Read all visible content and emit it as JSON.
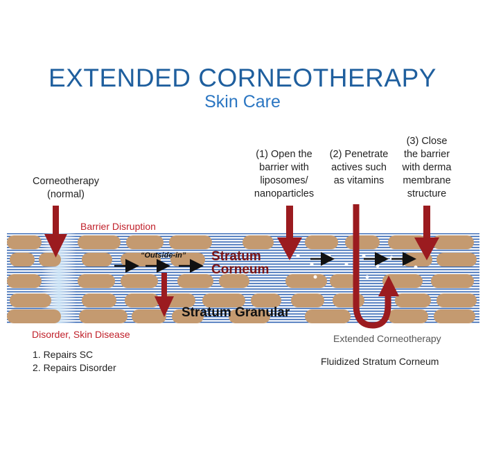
{
  "title": "EXTENDED CORNEOTHERAPY",
  "subtitle": "Skin Care",
  "labels": {
    "corneotherapy_normal": [
      "Corneotherapy",
      "(normal)"
    ],
    "barrier_disruption": "Barrier Disruption",
    "step1": [
      "(1) Open the",
      "barrier with",
      "liposomes/",
      "nanoparticles"
    ],
    "step2": [
      "(2) Penetrate",
      "actives such",
      "as vitamins"
    ],
    "step3": [
      "(3) Close",
      "the barrier",
      "with derma",
      "membrane",
      "structure"
    ],
    "outside_in": "“Outside-in”",
    "stratum_corneum": [
      "Stratum",
      "Corneum"
    ],
    "stratum_granular": "Stratum Granular",
    "disorder": "Disorder, Skin Disease",
    "repairs": [
      "1. Repairs SC",
      "2. Repairs Disorder"
    ],
    "extended": "Extended Corneotherapy",
    "fluidized": "Fluidized Stratum Corneum"
  },
  "colors": {
    "title": "#1f5f9e",
    "subtitle": "#2b76c2",
    "cell": "#c49a70",
    "lipid_blue": "#2b5fb0",
    "arrow_red": "#9b1b1f",
    "label_red": "#c0202a"
  }
}
